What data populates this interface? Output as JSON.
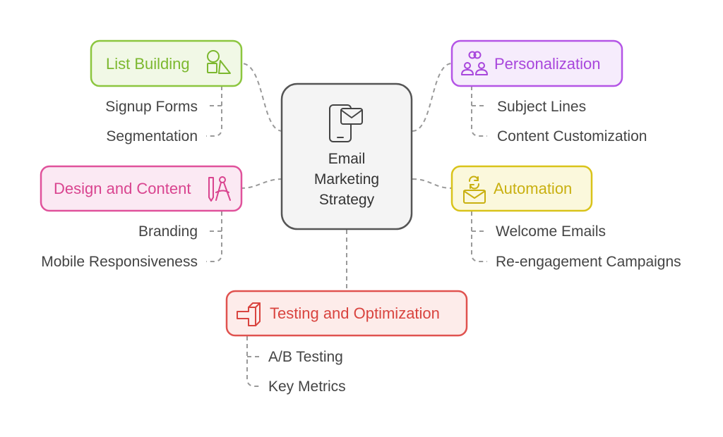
{
  "center": {
    "lines": [
      "Email",
      "Marketing",
      "Strategy"
    ],
    "icon": "mobile-email-icon"
  },
  "colors": {
    "list_building": "#8cc63f",
    "personalization": "#b455e6",
    "design_content": "#e0529b",
    "automation": "#d9c31a",
    "testing": "#e0524f",
    "center": "#555555"
  },
  "branches": {
    "list_building": {
      "title": "List Building",
      "icon": "shapes-icon",
      "items": [
        "Signup Forms",
        "Segmentation"
      ]
    },
    "personalization": {
      "title": "Personalization",
      "icon": "people-icon",
      "items": [
        "Subject Lines",
        "Content Customization"
      ]
    },
    "design_content": {
      "title": "Design and Content",
      "icon": "design-tools-icon",
      "items": [
        "Branding",
        "Mobile Responsiveness"
      ]
    },
    "automation": {
      "title": "Automation",
      "icon": "envelope-refresh-icon",
      "items": [
        "Welcome Emails",
        "Re-engagement Campaigns"
      ]
    },
    "testing": {
      "title": "Testing and Optimization",
      "icon": "growth-arrow-icon",
      "items": [
        "A/B Testing",
        "Key Metrics"
      ]
    }
  }
}
